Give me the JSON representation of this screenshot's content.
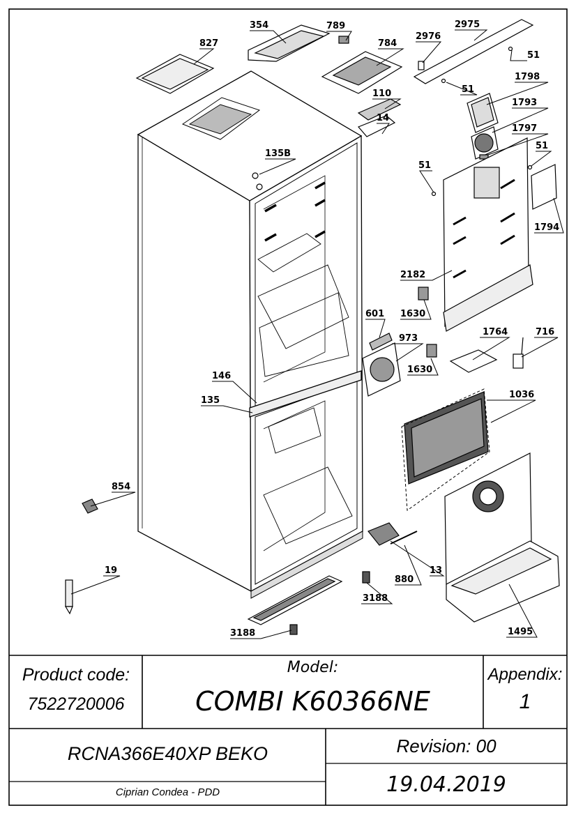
{
  "labels": {
    "l827": "827",
    "l354": "354",
    "l789": "789",
    "l784": "784",
    "l2976": "2976",
    "l2975": "2975",
    "l51a": "51",
    "l51b": "51",
    "l1798": "1798",
    "l1793": "1793",
    "l1797": "1797",
    "l51c": "51",
    "l51d": "51",
    "l1794": "1794",
    "l110": "110",
    "l14": "14",
    "l135B": "135B",
    "l2182": "2182",
    "l1630a": "1630",
    "l1630b": "1630",
    "l601": "601",
    "l973": "973",
    "l1764": "1764",
    "l716": "716",
    "l146": "146",
    "l135": "135",
    "l1036": "1036",
    "l854": "854",
    "l19": "19",
    "l13": "13",
    "l880": "880",
    "l3188a": "3188",
    "l3188b": "3188",
    "l1495": "1495"
  },
  "title_block": {
    "product_code_label": "Product code:",
    "product_code_value": "7522720006",
    "model_label": "Model:",
    "model_value": "COMBI K60366NE",
    "appendix_label": "Appendix:",
    "appendix_value": "1",
    "variant": "RCNA366E40XP BEKO",
    "revision": "Revision: 00",
    "author": "Ciprian Condea - PDD",
    "date": "19.04.2019"
  }
}
